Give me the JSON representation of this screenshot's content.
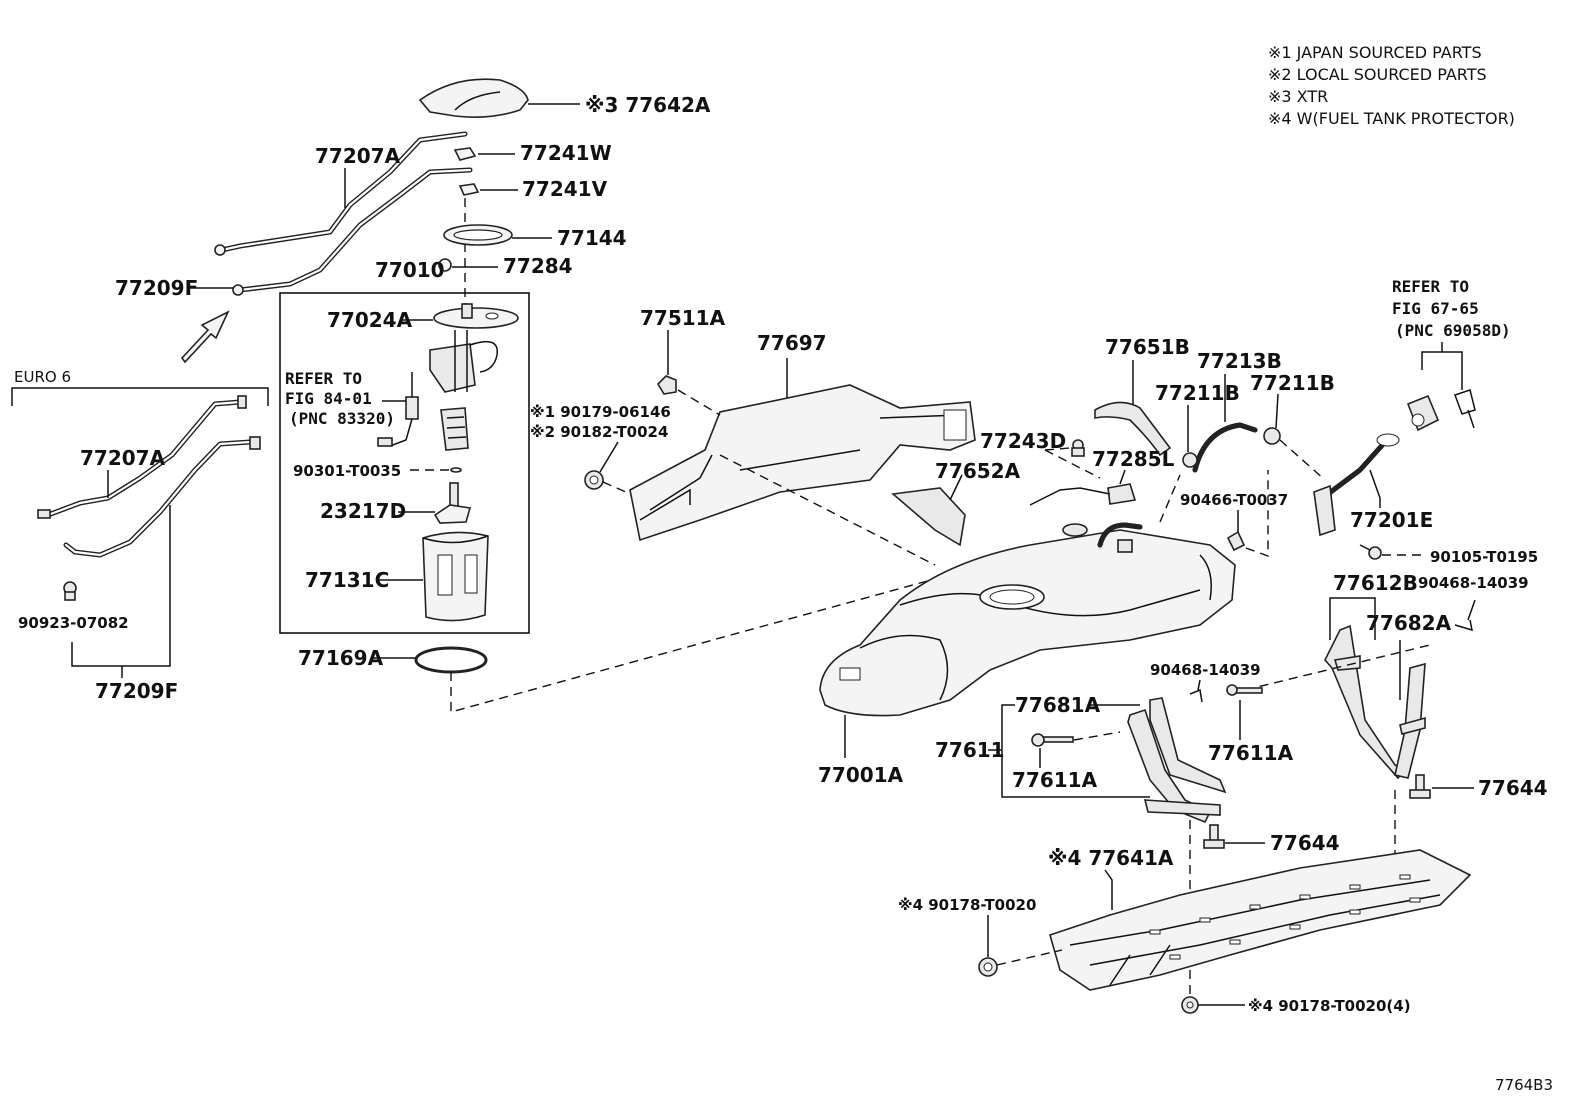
{
  "notes": [
    "※1 JAPAN SOURCED PARTS",
    "※2 LOCAL SOURCED PARTS",
    "※3 XTR",
    "※4 W(FUEL TANK PROTECTOR)"
  ],
  "labels": {
    "p77642A": "※3 77642A",
    "p77241W": "77241W",
    "p77207A_top": "77207A",
    "p77241V": "77241V",
    "p77144": "77144",
    "p77010": "77010",
    "p77284": "77284",
    "p77209F_top": "77209F",
    "p77024A": "77024A",
    "p90179": "※1 90179-06146",
    "p90182": "※2 90182-T0024",
    "p90301": "90301-T0035",
    "p23217D": "23217D",
    "p77131C": "77131C",
    "p77169A": "77169A",
    "euro6": "EURO 6",
    "p77207A_euro": "77207A",
    "p90923": "90923-07082",
    "p77209F_euro": "77209F",
    "p77511A": "77511A",
    "p77697": "77697",
    "p77651B": "77651B",
    "p77213B": "77213B",
    "p77211B_a": "77211B",
    "p77211B_b": "77211B",
    "p77243D": "77243D",
    "p77285L": "77285L",
    "p77652A": "77652A",
    "p90466": "90466-T0037",
    "p77201E": "77201E",
    "p90105": "90105-T0195",
    "p77612B": "77612B",
    "p90468_a": "90468-14039",
    "p77682A": "77682A",
    "p90468_b": "90468-14039",
    "p77681A": "77681A",
    "p77611": "77611",
    "p77611A_a": "77611A",
    "p77611A_b": "77611A",
    "p77001A": "77001A",
    "p77644_a": "77644",
    "p77644_b": "77644",
    "p77641A": "※4 77641A",
    "p90178_a": "※4 90178-T0020",
    "p90178_b": "※4 90178-T0020(4)",
    "fig_id": "7764B3"
  },
  "refs": {
    "ref84": [
      "REFER TO",
      "FIG 84-01",
      "(PNC 83320)"
    ],
    "ref67": [
      "REFER TO",
      "FIG 67-65",
      "(PNC 69058D)"
    ]
  }
}
